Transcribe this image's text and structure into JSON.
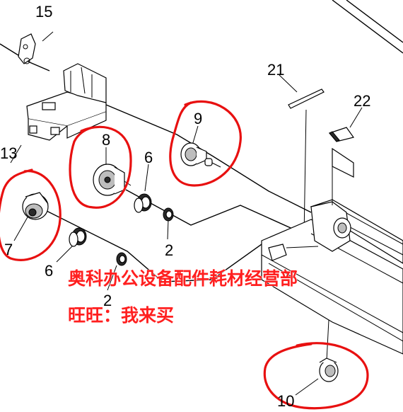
{
  "callouts": {
    "p15": "15",
    "p13": "13",
    "p21": "21",
    "p22": "22",
    "p9": "9",
    "p8": "8",
    "p6a": "6",
    "p7": "7",
    "p6b": "6",
    "p2a": "2",
    "p2b": "2",
    "p10": "10"
  },
  "watermark": {
    "line1": "奥科办公设备配件耗材经营部",
    "line2": "旺旺：我来买"
  },
  "colors": {
    "circle": "#e81010",
    "watermark": "#ff1f1f"
  }
}
